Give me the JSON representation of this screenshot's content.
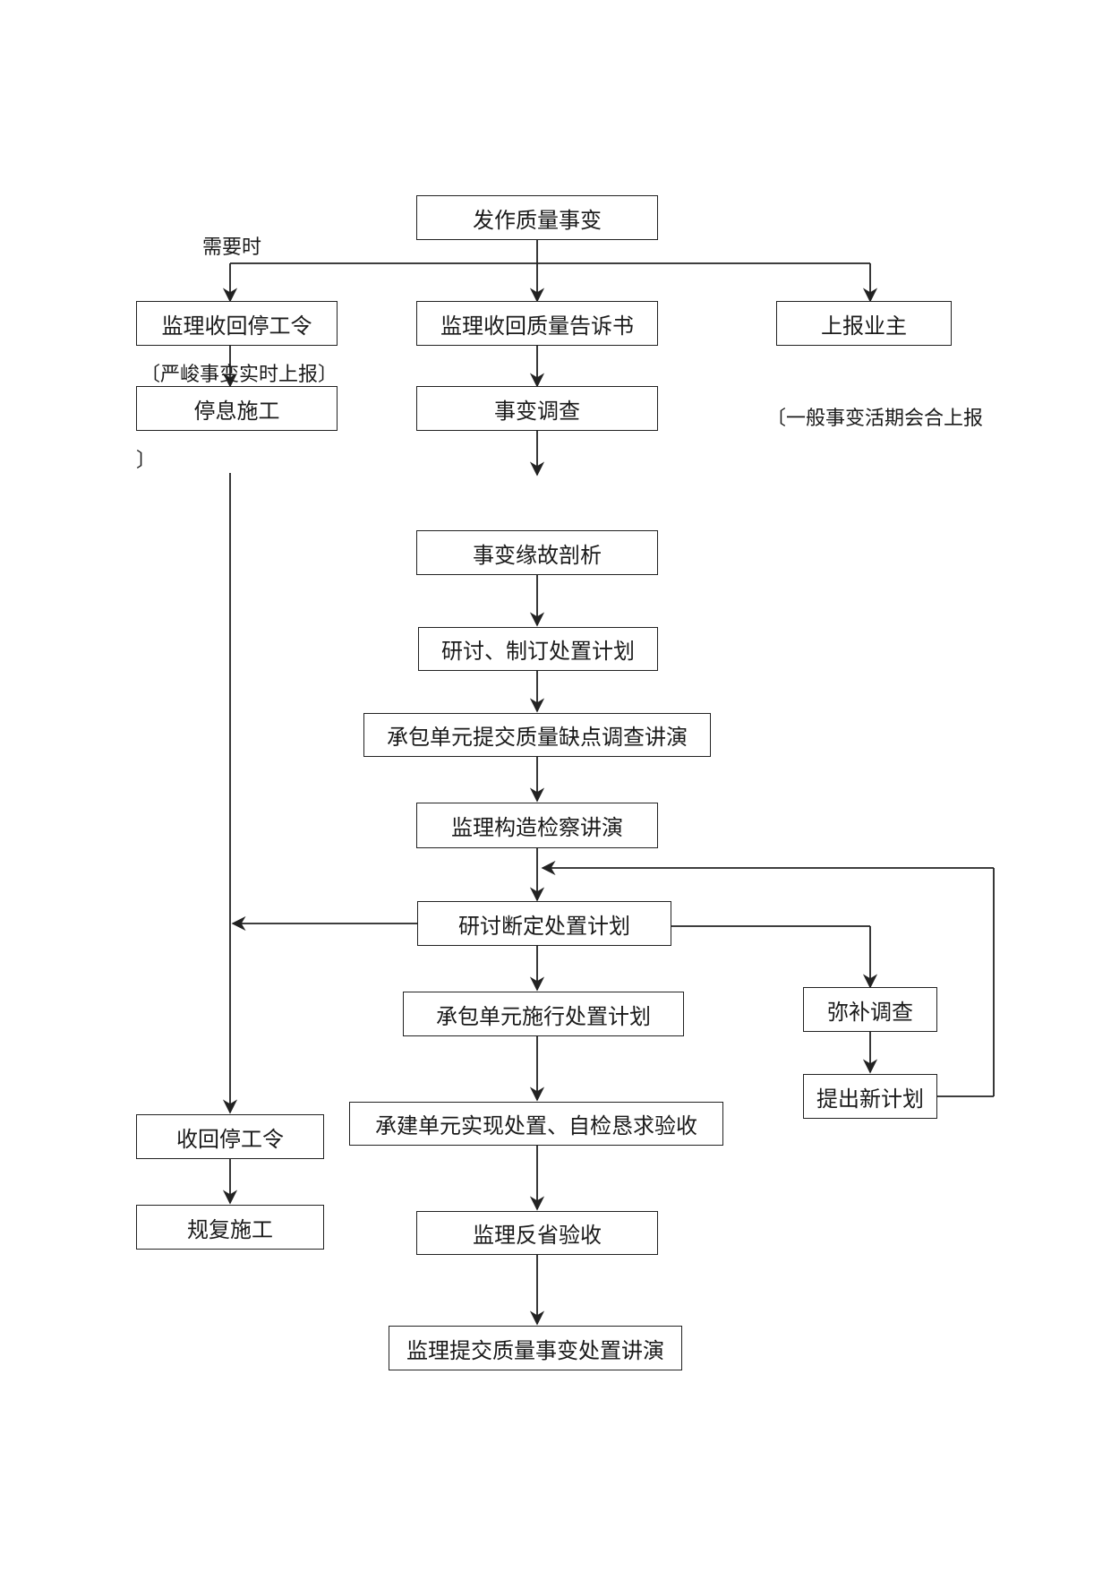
{
  "nodes": {
    "quality_event": "发作质量事变",
    "stop_order": "监理收回停工令",
    "quality_notice": "监理收回质量告诉书",
    "report_owner": "上报业主",
    "stop_work": "停息施工",
    "event_investigation": "事变调查",
    "cause_analysis": "事变缘故剖析",
    "discuss_plan": "研讨、制订处置计划",
    "contractor_report": "承包单元提交质量缺点调查讲演",
    "supervision_report": "监理构造检察讲演",
    "decide_plan": "研讨断定处置计划",
    "contractor_execute": "承包单元施行处置计划",
    "supplement_investigation": "弥补调查",
    "new_plan": "提出新计划",
    "withdraw_stop_order": "收回停工令",
    "resume_work": "规复施工",
    "contractor_finish": "承建单元实现处置、自检恳求验收",
    "supervision_acceptance": "监理反省验收",
    "final_report": "监理提交质量事变处置讲演"
  },
  "notes": {
    "when_needed": "需要时",
    "serious_report": "〔严峻事变实时上报〕",
    "general_report": "〔一般事变活期会合上报",
    "bracket_close": "〕"
  }
}
